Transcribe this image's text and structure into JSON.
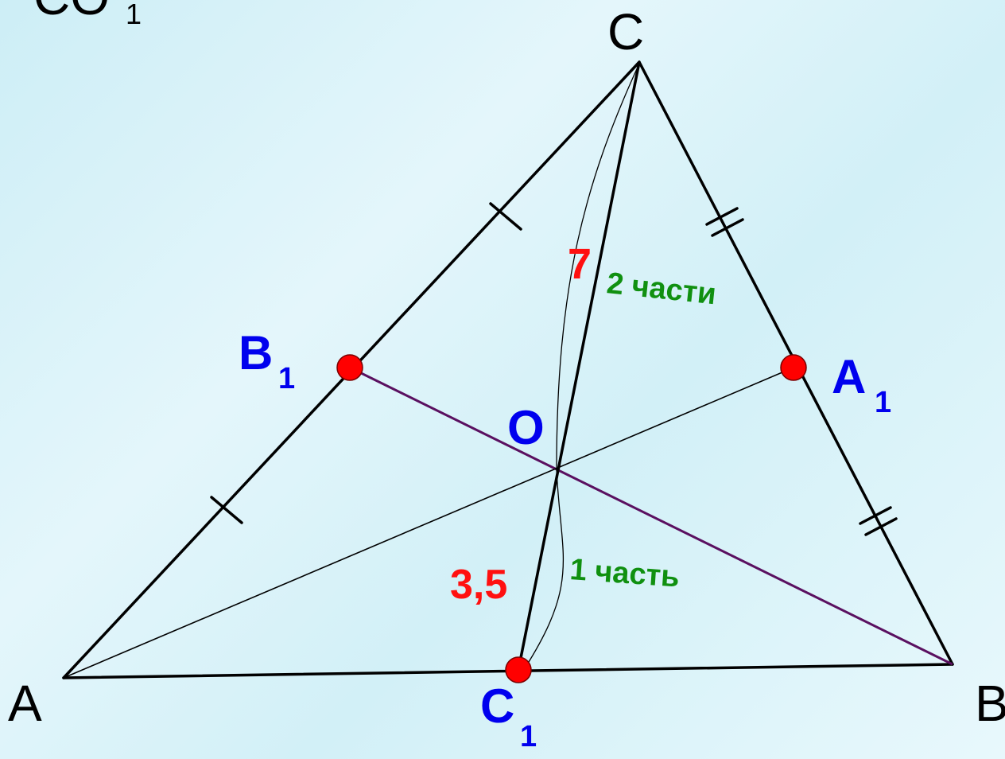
{
  "colors": {
    "stroke": "#000000",
    "median": "#5a1060",
    "point": "#ff0000",
    "point_label": "#0000ee",
    "red_text": "#ff1010",
    "green_text": "#109010"
  },
  "header": {
    "text": "CO",
    "sub": "1"
  },
  "vertices": {
    "A": "A",
    "B": "B",
    "C": "C"
  },
  "midpoints": {
    "A1": {
      "main": "A",
      "sub": "1"
    },
    "B1": {
      "main": "B",
      "sub": "1"
    },
    "C1": {
      "main": "C",
      "sub": "1"
    }
  },
  "centroid": "O",
  "measures": {
    "upper_length": "7",
    "lower_length": "3,5",
    "upper_parts": "2 части",
    "lower_parts": "1 часть"
  }
}
